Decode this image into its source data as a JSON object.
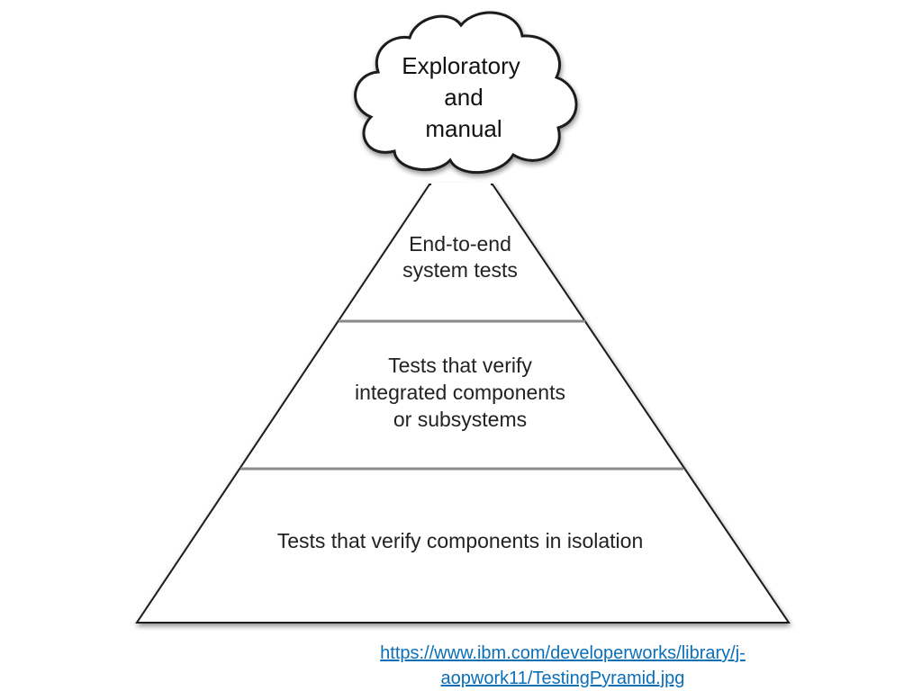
{
  "cloud": {
    "lines": [
      "Exploratory",
      "and",
      "manual"
    ]
  },
  "pyramid": {
    "top_tier": {
      "lines": [
        "End-to-end",
        "system tests"
      ]
    },
    "middle_tier": {
      "lines": [
        "Tests that verify",
        "integrated components",
        "or subsystems"
      ]
    },
    "bottom_tier": {
      "lines": [
        "Tests that verify components in isolation"
      ]
    }
  },
  "source": {
    "line1": "https://www.ibm.com/developerworks/library/j-",
    "line2": "aopwork11/TestingPyramid.jpg"
  },
  "colors": {
    "outline": "#1a1a1a",
    "divider": "#8a8a8a",
    "link": "#0b6fb8"
  }
}
